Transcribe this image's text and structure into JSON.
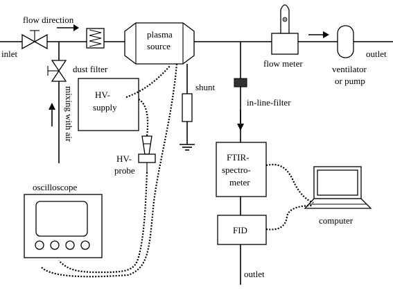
{
  "labels": {
    "inlet": "inlet",
    "flow_direction": "flow direction",
    "dust_filter": "dust filter",
    "mixing_with_air": "mixing with air",
    "plasma": "plasma",
    "source": "source",
    "shunt": "shunt",
    "in_line_filter": "in-line-filter",
    "flow_meter": "flow meter",
    "outlet_right": "outlet",
    "ventilator": "ventilator",
    "or_pump": "or pump",
    "hv_supply_1": "HV-",
    "hv_supply_2": "supply",
    "hv_probe_1": "HV-",
    "hv_probe_2": "probe",
    "oscilloscope": "oscilloscope",
    "ftir_1": "FTIR-",
    "ftir_2": "spectro-",
    "ftir_3": "meter",
    "fid": "FID",
    "computer": "computer",
    "outlet_bottom": "outlet"
  },
  "icons": [
    "valve-icon",
    "dust-filter-icon",
    "plasma-source-icon",
    "shunt-resistor-icon",
    "ground-icon",
    "in-line-filter-icon",
    "flow-meter-icon",
    "ventilator-icon",
    "hv-probe-icon",
    "oscilloscope-icon",
    "computer-icon",
    "arrow-icon"
  ],
  "colors": {
    "line": "#000000",
    "background": "#ffffff",
    "filter_fill": "#333333"
  }
}
